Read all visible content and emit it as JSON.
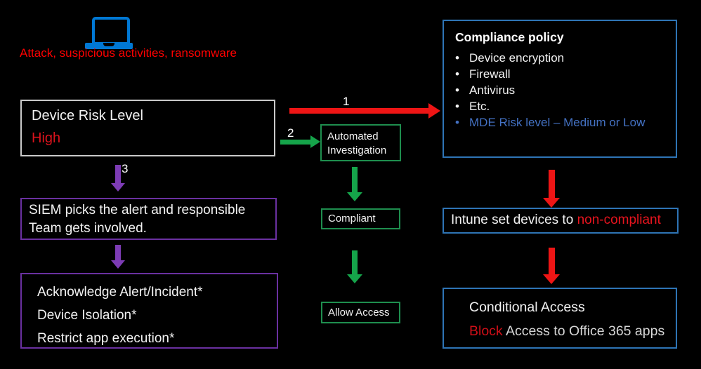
{
  "colors": {
    "background": "#000000",
    "accent_red": "#ee1515",
    "caption_red": "#ff0000",
    "text_red": "#d9131c",
    "accent_green": "#15a44a",
    "border_green": "#1e8e4e",
    "accent_purple": "#7d3cb5",
    "border_purple": "#6a30a0",
    "border_blue": "#2e74b5",
    "risk_text_blue": "#4472c4",
    "laptop_blue": "#0078d4",
    "border_gray": "#c9c9c9"
  },
  "source": {
    "icon": "laptop-icon",
    "caption": "Attack, suspicious activities, ransomware"
  },
  "device_risk": {
    "title": "Device Risk Level",
    "value": "High"
  },
  "step_labels": {
    "step1": "1",
    "step2": "2",
    "step3": "3"
  },
  "automated_investigation": {
    "label": "Automated Investigation"
  },
  "compliant_box": {
    "label": "Compliant"
  },
  "allow_access_box": {
    "label": "Allow Access"
  },
  "siem_box": {
    "text": "SIEM picks the alert and responsible Team gets involved."
  },
  "response_actions": {
    "items": [
      "Acknowledge Alert/Incident*",
      "Device Isolation*",
      "Restrict app execution*"
    ]
  },
  "compliance_policy": {
    "title": "Compliance policy",
    "bullets": [
      "Device encryption",
      "Firewall",
      "Antivirus",
      "Etc."
    ],
    "risk_bullet": "MDE Risk level – Medium or Low"
  },
  "intune_box": {
    "text_prefix": "Intune set devices to ",
    "text_highlight": "non-compliant"
  },
  "conditional_access": {
    "title": "Conditional Access",
    "action_highlight": "Block",
    "action_rest": " Access to Office 365 apps"
  }
}
